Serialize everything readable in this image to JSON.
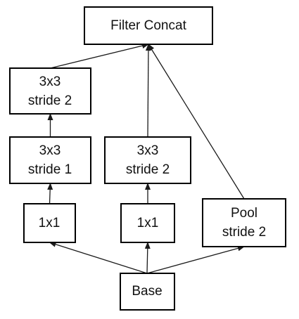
{
  "diagram": {
    "nodes": {
      "filter_concat": {
        "lines": [
          "Filter Concat"
        ]
      },
      "left_top": {
        "lines": [
          "3x3",
          "stride 2"
        ]
      },
      "left_mid": {
        "lines": [
          "3x3",
          "stride 1"
        ]
      },
      "left_bottom": {
        "lines": [
          "1x1"
        ]
      },
      "mid_top": {
        "lines": [
          "3x3",
          "stride 2"
        ]
      },
      "mid_bottom": {
        "lines": [
          "1x1"
        ]
      },
      "pool": {
        "lines": [
          "Pool",
          "stride 2"
        ]
      },
      "base": {
        "lines": [
          "Base"
        ]
      }
    },
    "edges": [
      {
        "from": "base",
        "to": "left_bottom"
      },
      {
        "from": "base",
        "to": "mid_bottom"
      },
      {
        "from": "base",
        "to": "pool"
      },
      {
        "from": "left_bottom",
        "to": "left_mid"
      },
      {
        "from": "left_mid",
        "to": "left_top"
      },
      {
        "from": "left_top",
        "to": "filter_concat"
      },
      {
        "from": "mid_bottom",
        "to": "mid_top"
      },
      {
        "from": "mid_top",
        "to": "filter_concat"
      },
      {
        "from": "pool",
        "to": "filter_concat"
      }
    ]
  }
}
